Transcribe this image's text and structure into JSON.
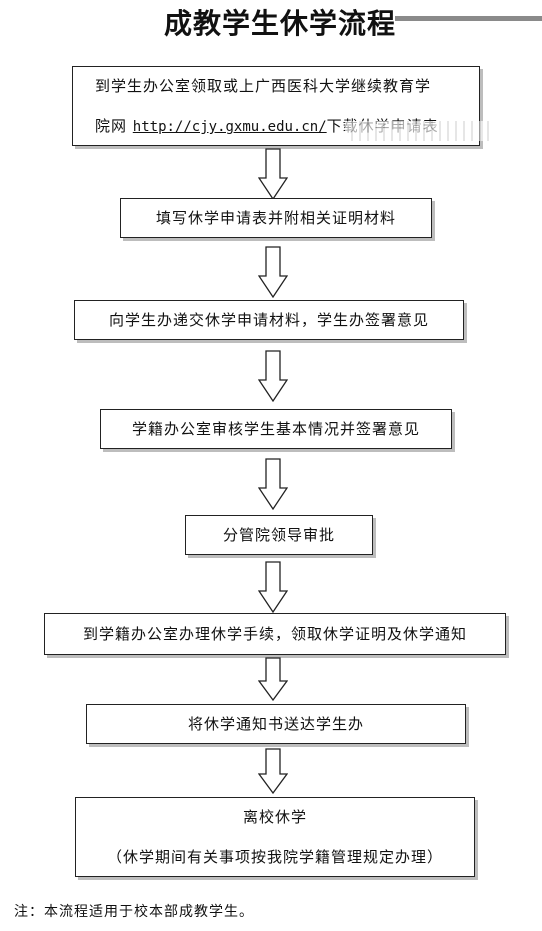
{
  "title": "成教学生休学流程",
  "steps": [
    {
      "line1": "到学生办公室领取或上广西医科大学继续教育学",
      "line2_prefix": "院网 ",
      "url": "http://cjy.gxmu.edu.cn/",
      "line2_suffix": "下载休学申请表"
    },
    {
      "text": "填写休学申请表并附相关证明材料"
    },
    {
      "text": "向学生办递交休学申请材料，学生办签署意见"
    },
    {
      "text": "学籍办公室审核学生基本情况并签署意见"
    },
    {
      "text": "分管院领导审批"
    },
    {
      "text": "到学籍办公室办理休学手续，领取休学证明及休学通知"
    },
    {
      "text": "将休学通知书送达学生办"
    },
    {
      "line1": "离校休学",
      "line2": "（休学期间有关事项按我院学籍管理规定办理）"
    }
  ],
  "note": "注：本流程适用于校本部成教学生。",
  "colors": {
    "border": "#222222",
    "shadow": "#bdbdbd",
    "text": "#111111"
  },
  "icons": [
    "down-arrow-icon"
  ]
}
